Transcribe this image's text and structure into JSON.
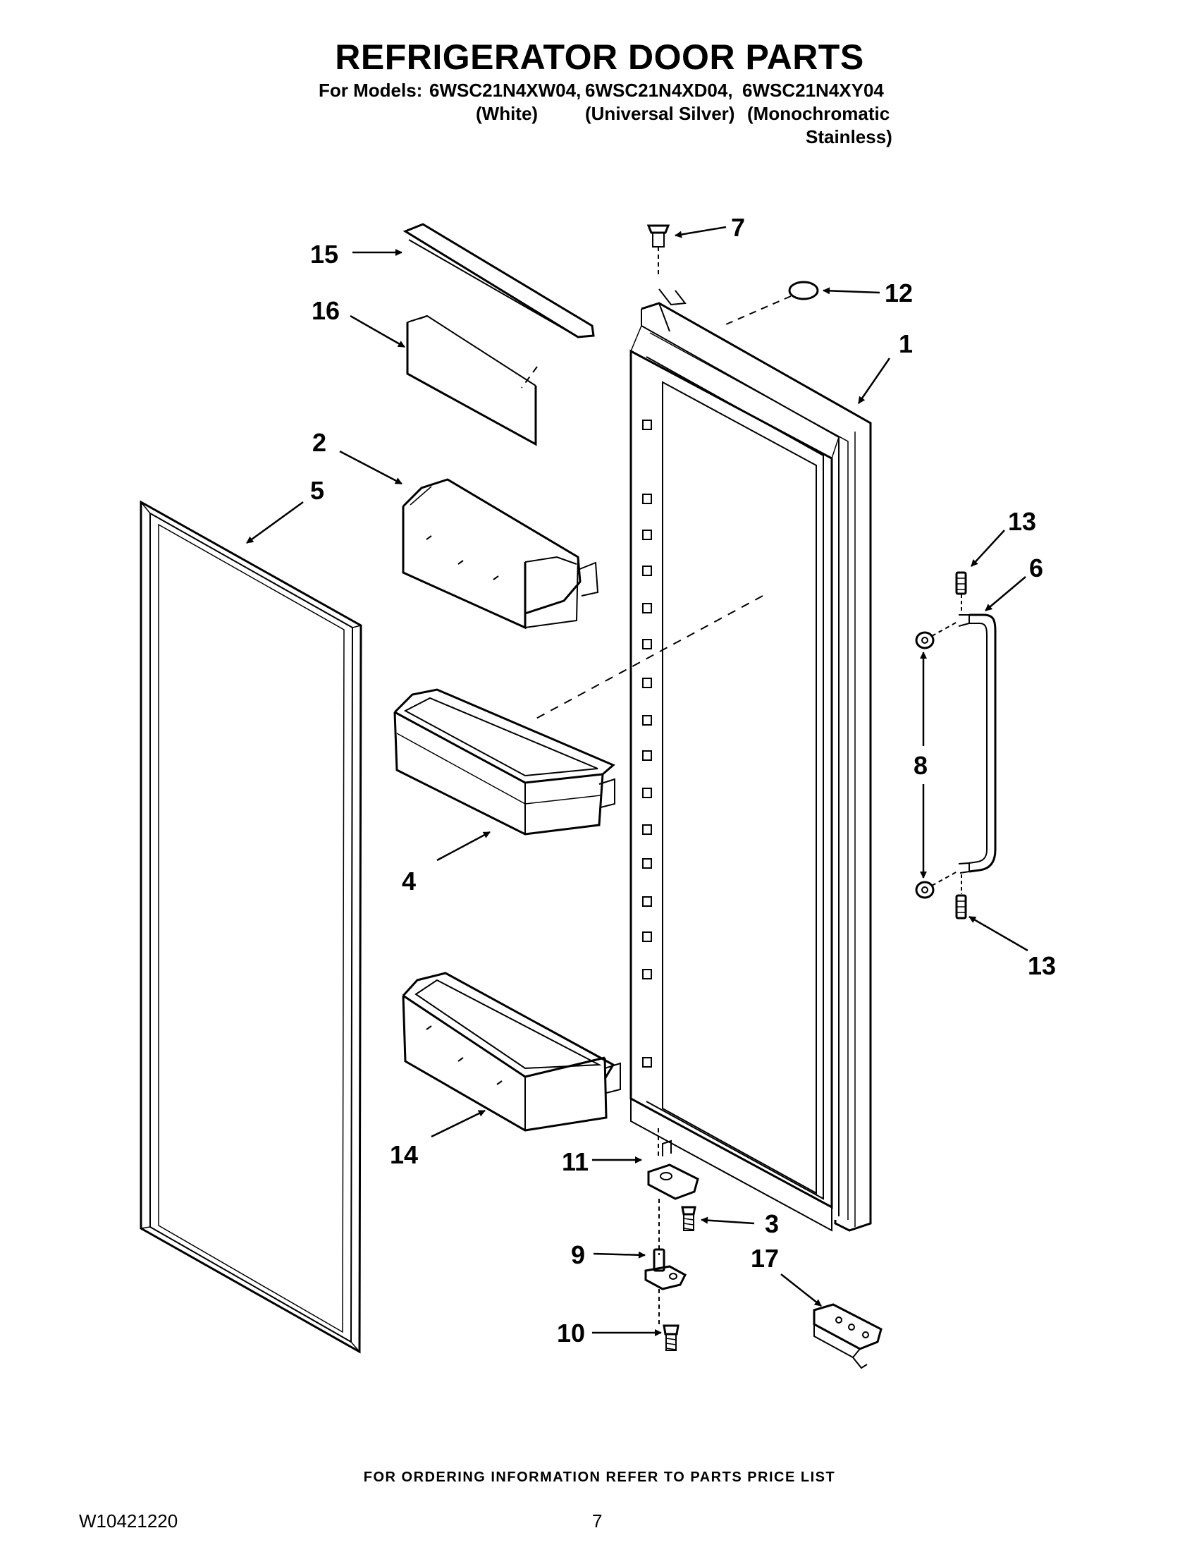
{
  "header": {
    "title": "REFRIGERATOR DOOR PARTS",
    "models_label": "For Models:",
    "models": [
      {
        "number": "6WSC21N4XW04,",
        "finish": "(White)"
      },
      {
        "number": "6WSC21N4XD04,",
        "finish": "(Universal Silver)"
      },
      {
        "number": "6WSC21N4XY04",
        "finish": "(Monochromatic",
        "finish_line2": "Stainless)"
      }
    ]
  },
  "callouts": {
    "c1": "1",
    "c2": "2",
    "c3": "3",
    "c4": "4",
    "c5": "5",
    "c6": "6",
    "c7": "7",
    "c8": "8",
    "c9": "9",
    "c10": "10",
    "c11": "11",
    "c12": "12",
    "c13a": "13",
    "c13b": "13",
    "c14": "14",
    "c15": "15",
    "c16": "16",
    "c17": "17"
  },
  "footer": {
    "ordering_note": "FOR ORDERING INFORMATION REFER TO PARTS PRICE LIST",
    "doc_number": "W10421220",
    "page_number": "7"
  }
}
